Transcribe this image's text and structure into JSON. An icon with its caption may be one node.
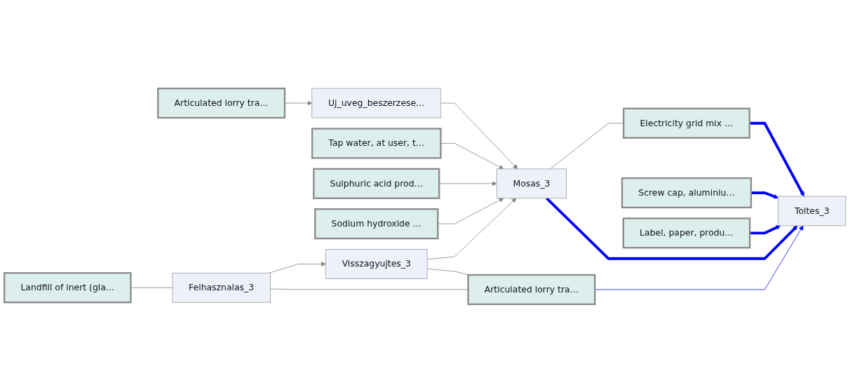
{
  "diagram": {
    "nodes": [
      {
        "text": [
          "Articulated lorry tra…"
        ]
      },
      {
        "text": [
          "Uj_uveg_beszerzese…"
        ]
      },
      {
        "text": [
          "Tap water, at user, t…"
        ]
      },
      {
        "text": [
          "Sulphuric acid prod…"
        ]
      },
      {
        "text": [
          "Mosas_3"
        ]
      },
      {
        "text": [
          "Sodium hydroxide …"
        ]
      },
      {
        "text": [
          "Landfill of inert (gla…"
        ]
      },
      {
        "text": [
          "Felhasznalas_3"
        ]
      },
      {
        "text": [
          "Visszagyujtes_3"
        ]
      },
      {
        "text": [
          "Electricity grid mix …"
        ]
      },
      {
        "text": [
          "Screw cap, aluminiu…"
        ]
      },
      {
        "text": [
          "Toltes_3"
        ]
      },
      {
        "text": [
          "Label, paper, produ…"
        ]
      },
      {
        "text": [
          "Articulated lorry tra…"
        ]
      }
    ],
    "edges": [
      {
        "from": 0,
        "to": 1,
        "arrow": "to"
      },
      {
        "from": 1,
        "to": 4,
        "arrow": "to"
      },
      {
        "from": 2,
        "to": 4,
        "arrow": "to"
      },
      {
        "from": 3,
        "to": 4,
        "arrow": "to"
      },
      {
        "from": 5,
        "to": 4,
        "arrow": "to"
      },
      {
        "from": 8,
        "to": 4,
        "arrow": "to"
      },
      {
        "from": 6,
        "to": 7,
        "arrow": "none"
      },
      {
        "from": 7,
        "to": 8,
        "arrow": "to"
      },
      {
        "from": 4,
        "to": 9,
        "arrow": "none"
      },
      {
        "from": 7,
        "to": 13,
        "arrow": "none"
      },
      {
        "from": 8,
        "to": 13,
        "arrow": "none"
      },
      {
        "from": 4,
        "to": 11,
        "arrow": "to",
        "style": "thick",
        "color": "#0000ff"
      },
      {
        "from": 9,
        "to": 11,
        "arrow": "to",
        "style": "thick",
        "color": "#0000ff"
      },
      {
        "from": 10,
        "to": 11,
        "arrow": "to",
        "style": "thick",
        "color": "#0000ff"
      },
      {
        "from": 12,
        "to": 11,
        "arrow": "to",
        "style": "thick",
        "color": "#0000ff"
      },
      {
        "from": 13,
        "to": 11,
        "arrow": "to",
        "color": "#0000ff"
      }
    ]
  }
}
